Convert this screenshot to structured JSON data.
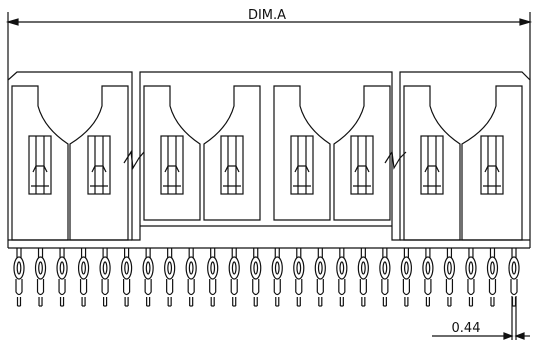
{
  "drawing": {
    "overall_dimension_label": "DIM.A",
    "pitch_dimension_label": "0.44",
    "pin_count": 24,
    "ink_color": "#111111"
  }
}
